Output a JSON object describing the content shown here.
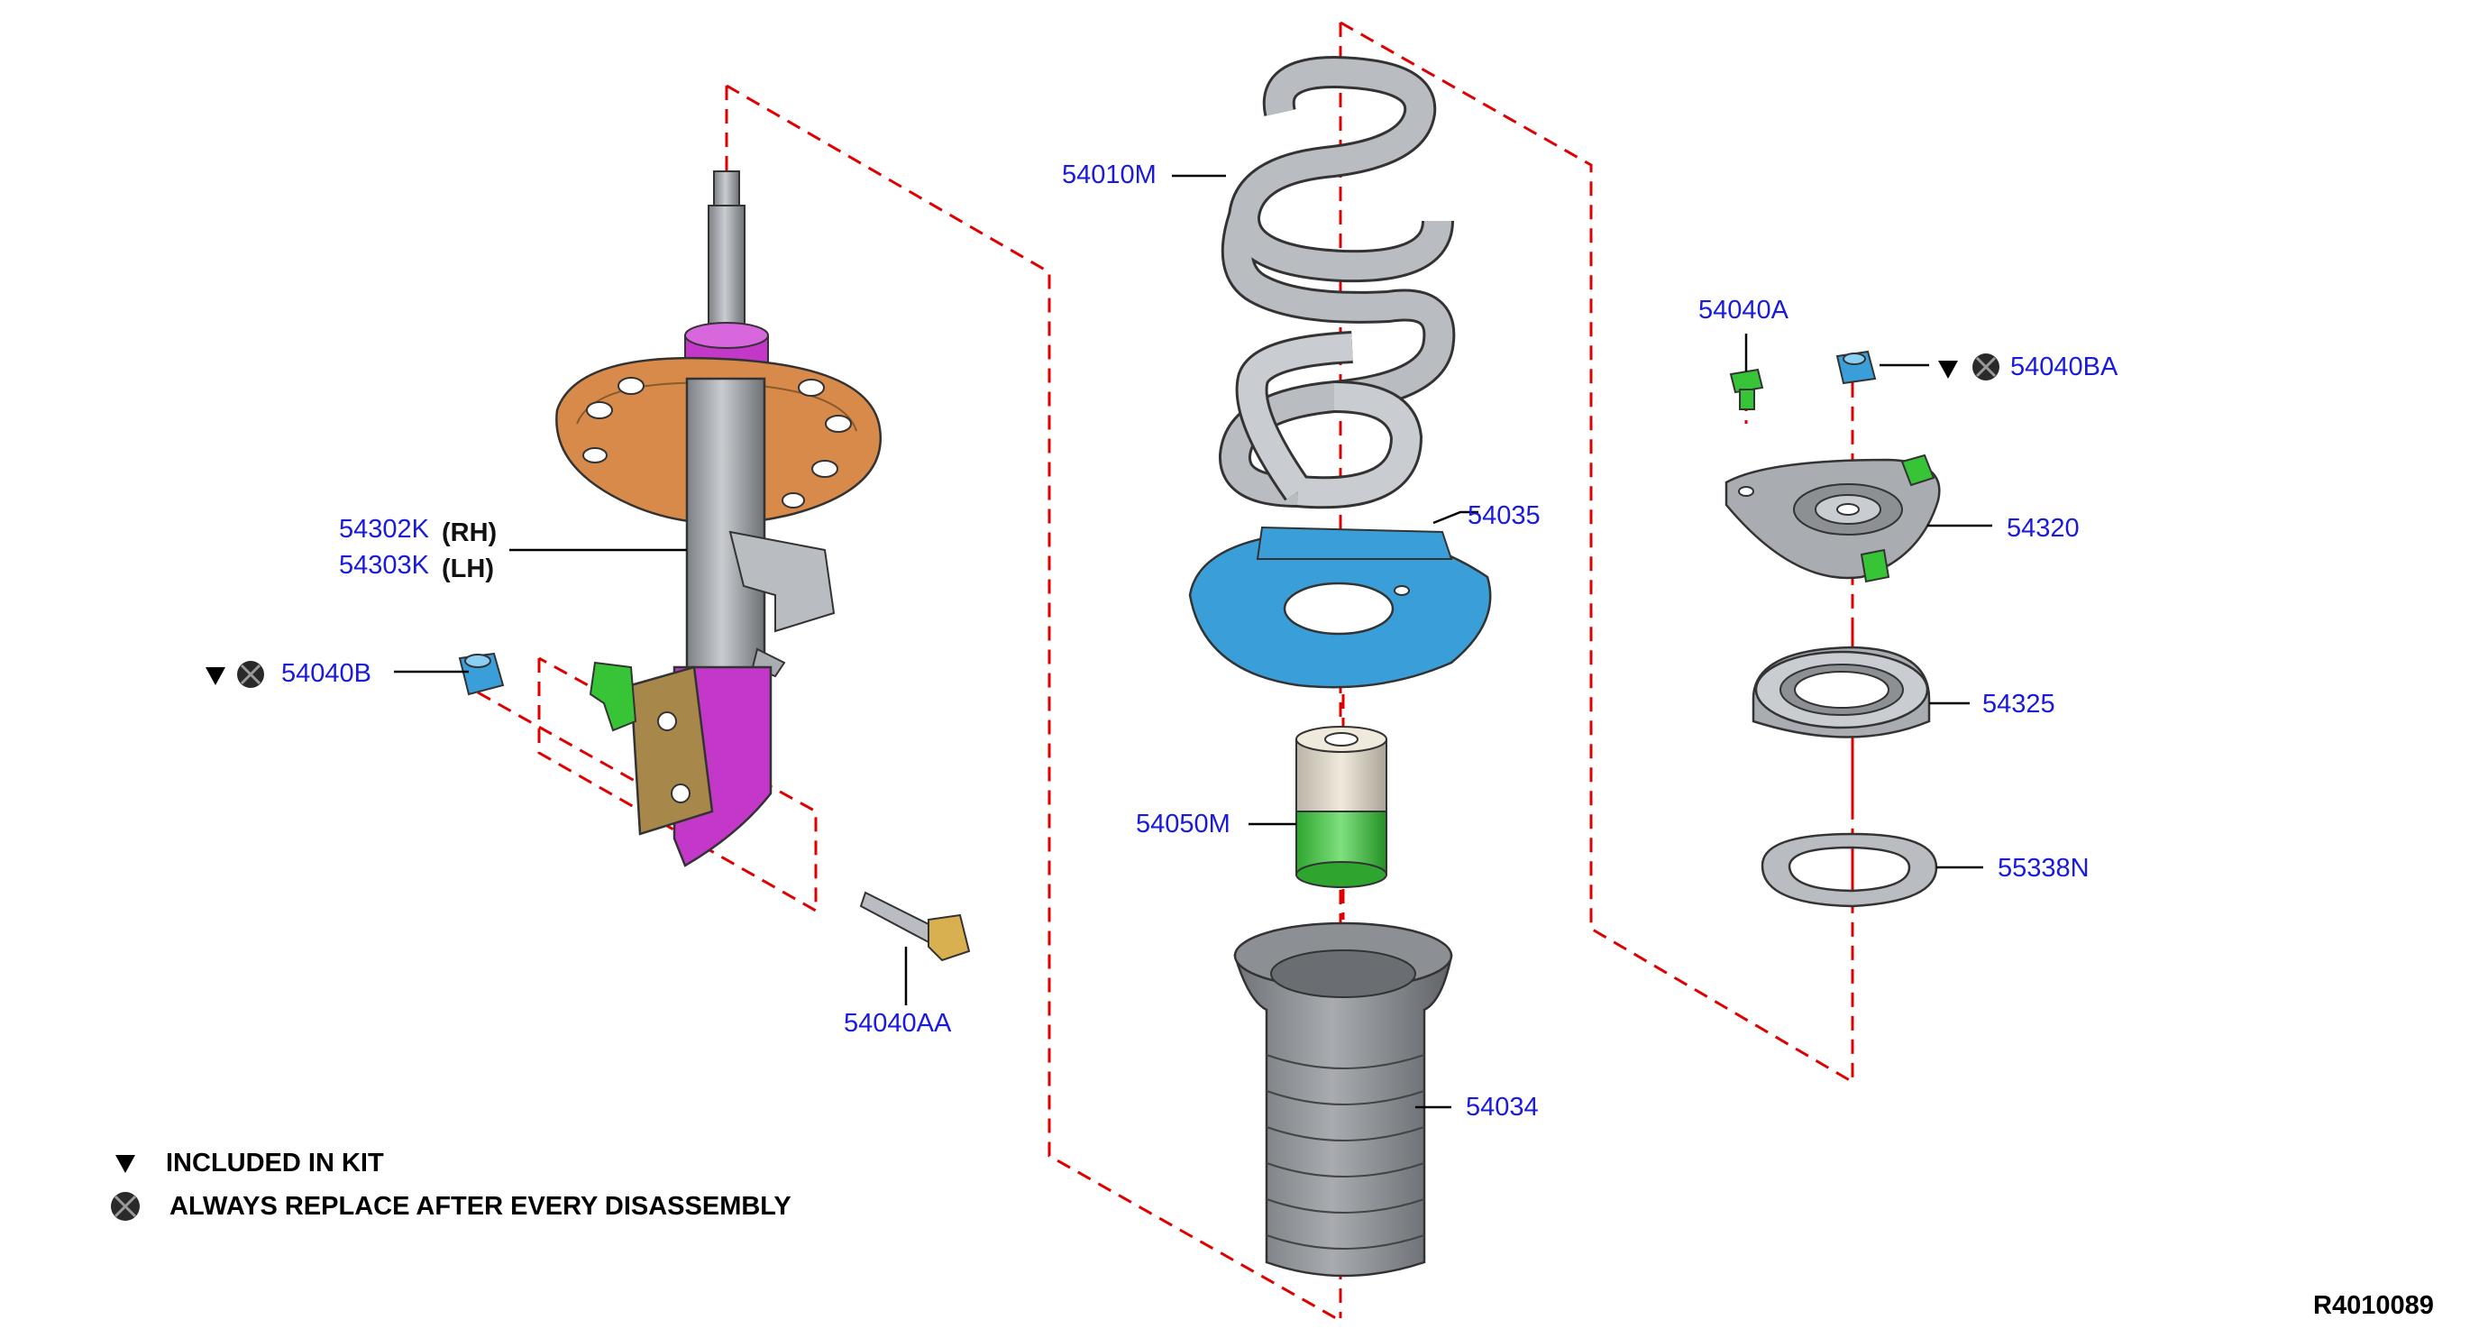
{
  "labels": {
    "p54010M": "54010M",
    "p54035": "54035",
    "p54050M": "54050M",
    "p54034": "54034",
    "p54302K": "54302K",
    "p54303K": "54303K",
    "rh": "(RH)",
    "lh": "(LH)",
    "p54040B": "54040B",
    "p54040AA": "54040AA",
    "p54040A": "54040A",
    "p54040BA": "54040BA",
    "p54320": "54320",
    "p54325": "54325",
    "p55338N": "55338N"
  },
  "legend": {
    "included": "INCLUDED IN KIT",
    "replace": "ALWAYS REPLACE AFTER EVERY DISASSEMBLY"
  },
  "reference": "R4010089",
  "colors": {
    "dash": "#e00000",
    "spring": "#b9bcc0",
    "seat_orange": "#d88a4a",
    "insulator_blue": "#3a9fd8",
    "magenta": "#c338c8",
    "green": "#37c437",
    "gray": "#a9acb0",
    "tan": "#a8884a"
  }
}
